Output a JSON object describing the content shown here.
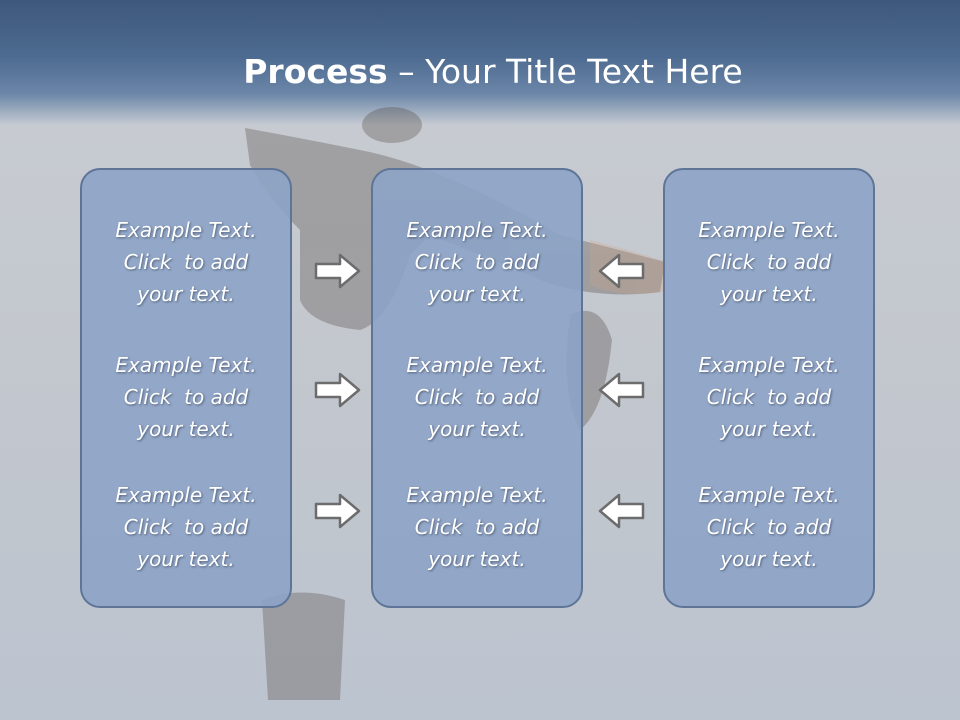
{
  "title": {
    "bold": "Process",
    "rest": " – Your Title Text Here"
  },
  "panels": [
    {
      "groups": [
        {
          "l1": "Example Text.",
          "l2": "Click  to add",
          "l3": "your text."
        },
        {
          "l1": "Example Text.",
          "l2": "Click  to add",
          "l3": "your text."
        },
        {
          "l1": "Example Text.",
          "l2": "Click  to add",
          "l3": "your text."
        }
      ]
    },
    {
      "groups": [
        {
          "l1": "Example Text.",
          "l2": "Click  to add",
          "l3": "your text."
        },
        {
          "l1": "Example Text.",
          "l2": "Click  to add",
          "l3": "your text."
        },
        {
          "l1": "Example Text.",
          "l2": "Click  to add",
          "l3": "your text."
        }
      ]
    },
    {
      "groups": [
        {
          "l1": "Example Text.",
          "l2": "Click  to add",
          "l3": "your text."
        },
        {
          "l1": "Example Text.",
          "l2": "Click  to add",
          "l3": "your text."
        },
        {
          "l1": "Example Text.",
          "l2": "Click  to add",
          "l3": "your text."
        }
      ]
    }
  ],
  "arrows": {
    "left_side": "right-arrow-icon",
    "right_side": "left-arrow-icon"
  },
  "colors": {
    "header": "#3d587b",
    "panel_fill": "#8ca3c7",
    "panel_border": "#5e7598",
    "text": "#ffffff"
  }
}
